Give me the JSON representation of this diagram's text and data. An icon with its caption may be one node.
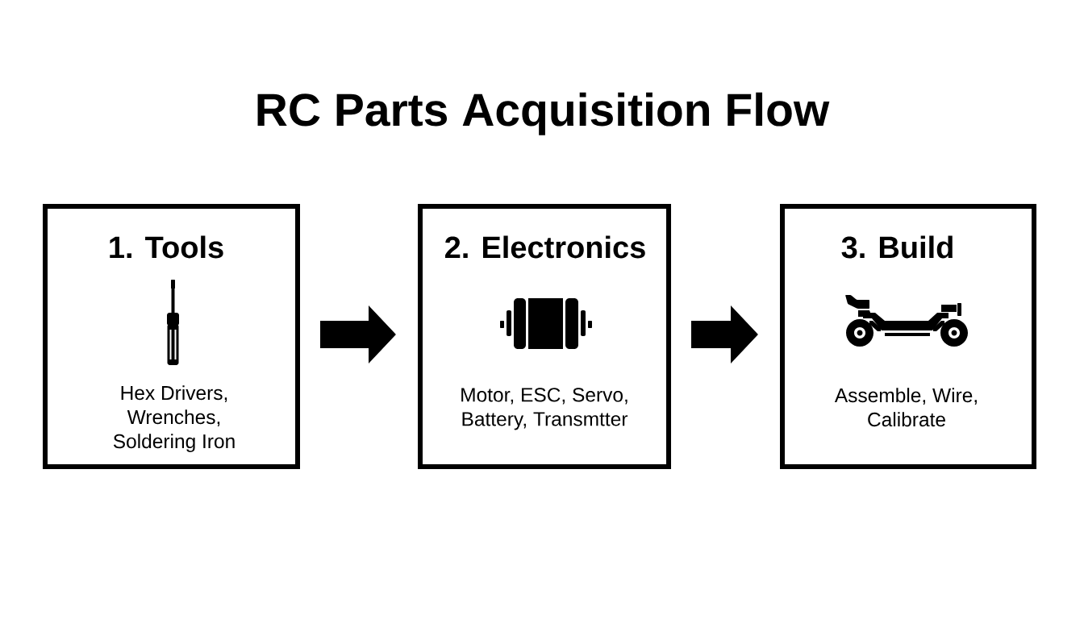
{
  "diagram": {
    "title": "RC Parts Acquisition Flow",
    "nodes": [
      {
        "text": [
          "1. Tools",
          "Hex Drivers, Wrenches, Soldering Iron"
        ]
      },
      {
        "text": [
          "2. Electronics",
          "Motor, ESC, Servo, Battery, Transmtter"
        ]
      },
      {
        "text": [
          "3. Build",
          "Assemble, Wire, Calibrate"
        ]
      }
    ],
    "edges": [
      {
        "from": 0,
        "to": 1,
        "arrow": "to"
      },
      {
        "from": 1,
        "to": 2,
        "arrow": "to"
      }
    ]
  }
}
